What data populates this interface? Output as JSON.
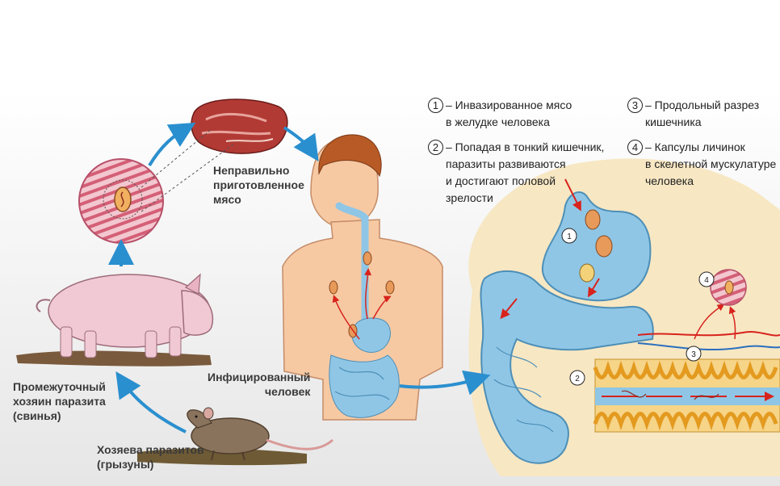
{
  "labels": {
    "meat": "Неправильно\nприготовленное\nмясо",
    "infected": "Инфицированный\nчеловек",
    "pig": "Промежуточный\nхозяин паразита\n(свинья)",
    "rodents": "Хозяева паразитов\n(грызуны)"
  },
  "legend": [
    {
      "n": "1",
      "text": "– Инвазированное мясо\nв желудке человека"
    },
    {
      "n": "2",
      "text": "– Попадая в тонкий кишечник,\nпаразиты развиваются\nи достигают половой\nзрелости"
    },
    {
      "n": "3",
      "text": "– Продольный разрез\nкишечника"
    },
    {
      "n": "4",
      "text": "– Капсулы личинок\nв скелетной мускулатуре\nчеловека"
    }
  ],
  "markers": [
    "1",
    "2",
    "3",
    "4"
  ],
  "colors": {
    "arrow": "#2a8fcf",
    "redArrow": "#d8231c",
    "skin": "#f6c9a3",
    "digestive": "#8fc6e6",
    "pig": "#f1c9d5",
    "meat": "#b23a35",
    "background": "#f7e7c3"
  }
}
